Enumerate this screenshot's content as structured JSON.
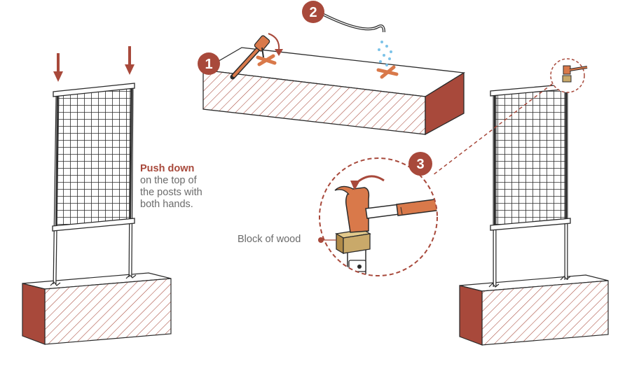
{
  "colors": {
    "accent": "#a8493b",
    "outline": "#2b2b2b",
    "orange": "#d9794a",
    "wood": "#c9a96a",
    "water": "#7cc3e8"
  },
  "steps": [
    {
      "number": "1"
    },
    {
      "number": "2"
    },
    {
      "number": "3"
    }
  ],
  "instruction": {
    "title": "Push down",
    "body": "on the top of\nthe posts with\nboth hands."
  },
  "labels": {
    "block_of_wood": "Block of wood"
  }
}
